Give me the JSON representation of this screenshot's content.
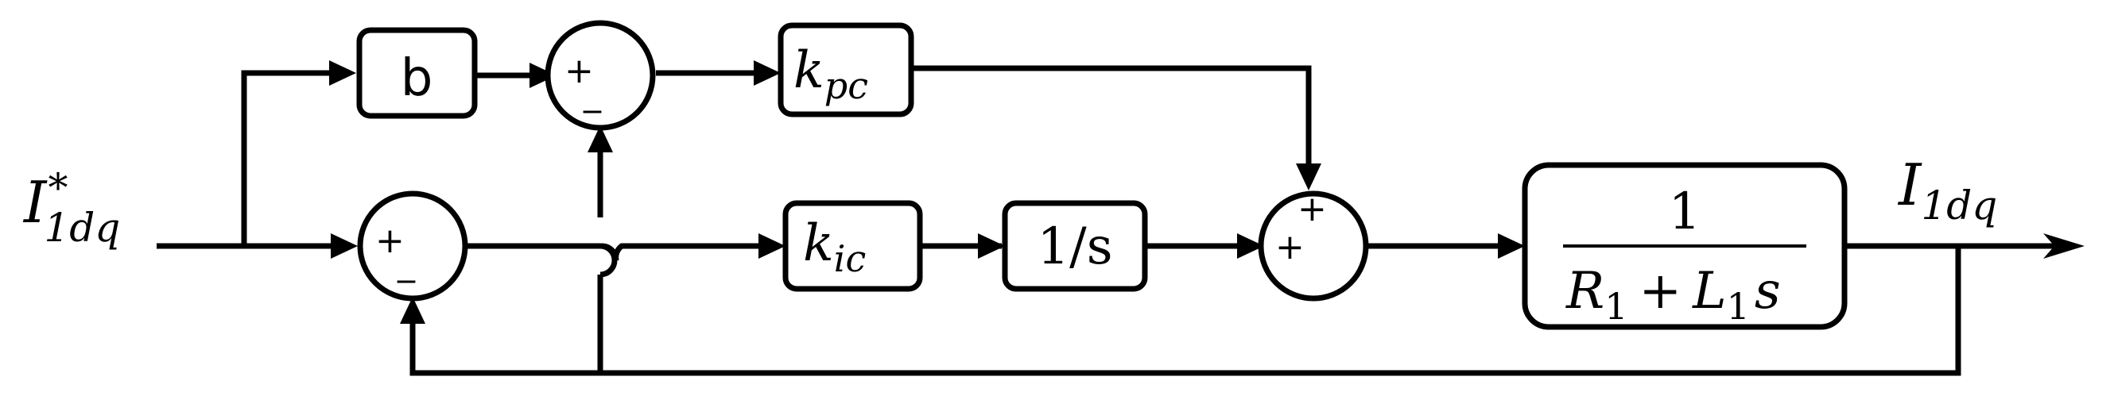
{
  "signals": {
    "input": {
      "main": "I",
      "sup": "*",
      "sub": "1dq"
    },
    "output": {
      "main": "I",
      "sub": "1dq"
    }
  },
  "blocks": {
    "b": {
      "label": "b"
    },
    "kpc": {
      "main": "k",
      "sub": "pc"
    },
    "kic": {
      "main": "k",
      "sub": "ic"
    },
    "integrator": {
      "label": "1/s"
    },
    "plant": {
      "numerator": "1",
      "r": "R",
      "r_sub": "1",
      "plus": "+",
      "l": "L",
      "l_sub": "1",
      "s": "s"
    }
  },
  "sums": {
    "top": {
      "a": "+",
      "b": "_"
    },
    "bottom": {
      "a": "+",
      "b": "_"
    },
    "right": {
      "a": "+",
      "b": "+"
    }
  }
}
